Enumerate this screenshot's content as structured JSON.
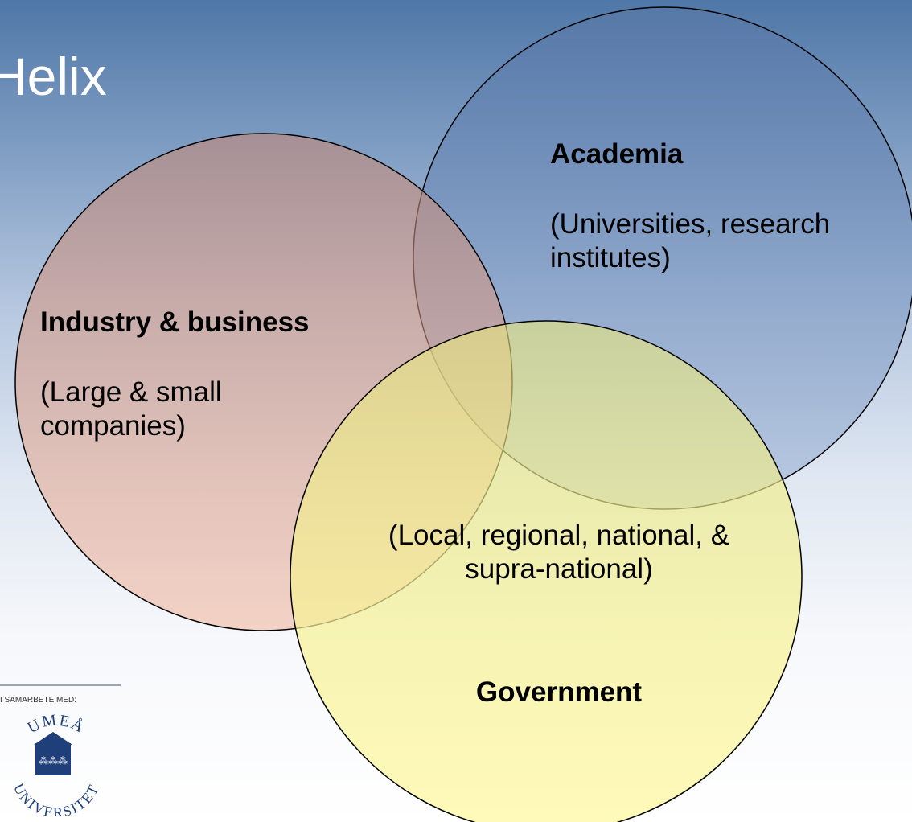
{
  "title": "Helix",
  "circles": {
    "academia": {
      "heading": "Academia",
      "description": "(Universities, research institutes)",
      "fill": "#4f6fa6"
    },
    "industry": {
      "heading": "Industry & business",
      "description": "(Large & small companies)",
      "fill": "#d8a088"
    },
    "government": {
      "heading": "Government",
      "description": "(Local, regional, national, & supra-national)",
      "fill": "#f7f078"
    }
  },
  "logo": {
    "caption": "I SAMARBETE MED:",
    "seal_text": "UMEÅ UNIVERSITET"
  }
}
